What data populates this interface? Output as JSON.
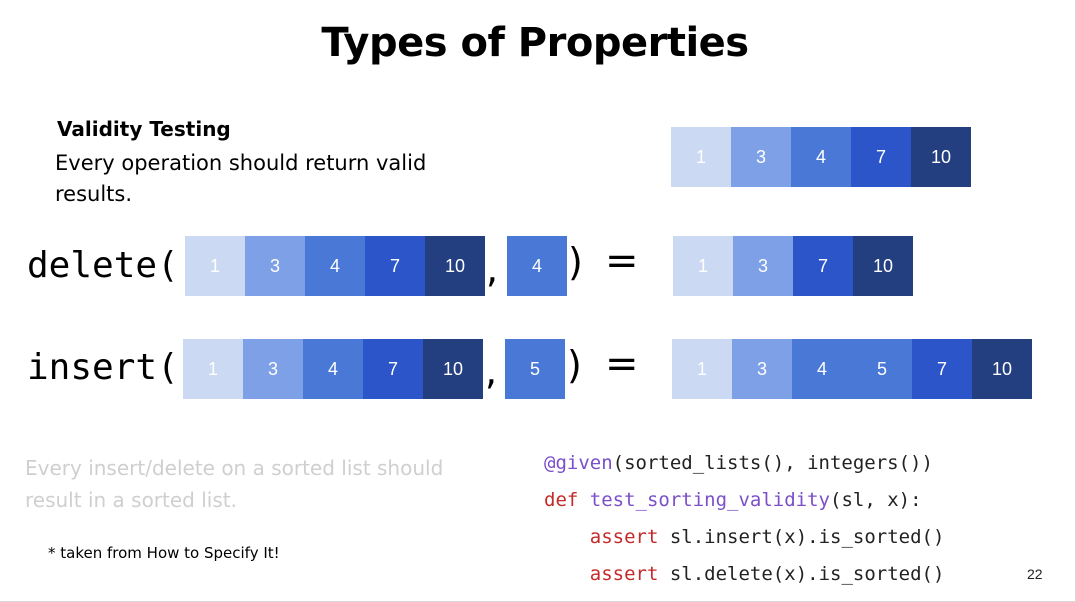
{
  "title": "Types of Properties",
  "section_heading": "Validity Testing",
  "description": "Every operation should return valid results.",
  "colors": [
    "#cbd9f3",
    "#7ea0e6",
    "#4a78d6",
    "#2b55c9",
    "#233f80"
  ],
  "sorted_list": [
    "1",
    "3",
    "4",
    "7",
    "10"
  ],
  "delete_row": {
    "fn": "delete(",
    "input": [
      "1",
      "3",
      "4",
      "7",
      "10"
    ],
    "comma": ",",
    "arg": "4",
    "close": ")",
    "equals": "=",
    "result": [
      "1",
      "3",
      "7",
      "10"
    ]
  },
  "insert_row": {
    "fn": "insert(",
    "input": [
      "1",
      "3",
      "4",
      "7",
      "10"
    ],
    "comma": ",",
    "arg": "5",
    "close": ")",
    "equals": "=",
    "result": [
      "1",
      "3",
      "4",
      "5",
      "7",
      "10"
    ]
  },
  "gray_note": "Every insert/delete on a sorted list should result in a sorted list.",
  "footnote": "* taken from How to Specify It!",
  "code": {
    "line1_decorator": "@given",
    "line1_rest": "(sorted_lists(), integers())",
    "line2_kw": "def",
    "line2_name": "test_sorting_validity",
    "line2_rest": "(sl, x):",
    "line3_kw": "assert",
    "line3_rest": "sl.insert(x).is_sorted()",
    "line4_kw": "assert",
    "line4_rest": "sl.delete(x).is_sorted()"
  },
  "page_number": "22"
}
